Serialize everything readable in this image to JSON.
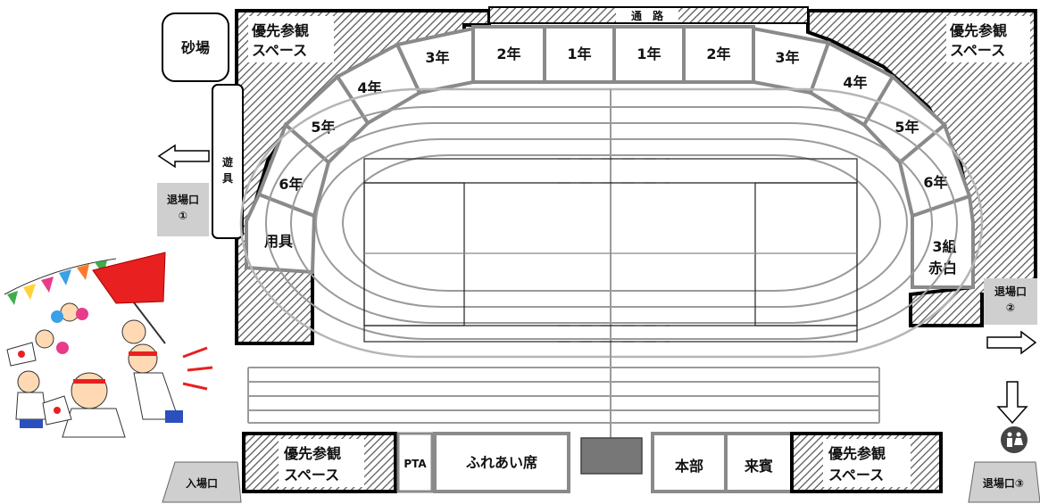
{
  "labels": {
    "sandbox": "砂場",
    "passage": "通　路",
    "equipment_shed": "遊具",
    "supplies": "用具",
    "priority_viewing": "優先参観スペース",
    "pta": "PTA",
    "fureai_seats": "ふれあい席",
    "headquarters": "本部",
    "guests": "来賓",
    "entrance": "入場口",
    "exit_1": "退場口①",
    "exit_2": "退場口②",
    "exit_3": "退場口③"
  },
  "student_seats": {
    "left": [
      "3年",
      "2年",
      "1年",
      "4年",
      "5年",
      "6年"
    ],
    "right": [
      "1年",
      "2年",
      "3年",
      "4年",
      "5年",
      "6年",
      "3組赤白"
    ]
  },
  "icons": {
    "left_exit_arrow": "left-arrow",
    "right_exit_arrow": "right-arrow",
    "down_arrow": "down-arrow",
    "restroom": "restroom-icon",
    "illustration": "sports-day-cheering-children"
  },
  "colors": {
    "seat_block": "#8a8a8a",
    "hatch": "#555555",
    "exit_box": "#cfcfcf",
    "dark_box": "#777777"
  }
}
